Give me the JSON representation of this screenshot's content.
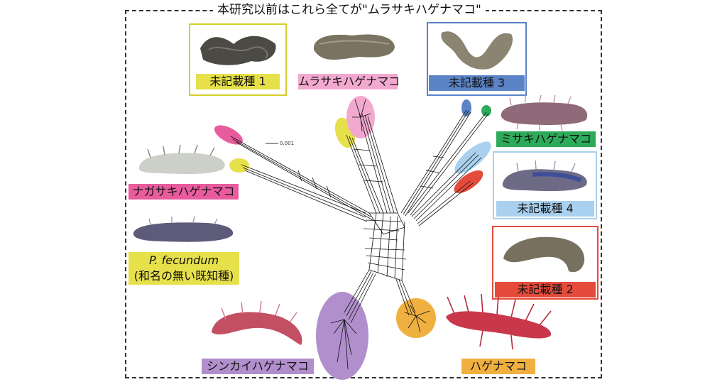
{
  "title": "本研究以前はこれら全てが\"ムラサキハゲナマコ\"",
  "scale_bar": "0.001",
  "colors": {
    "yellow": "#e6e04a",
    "pink": "#f2a9cf",
    "blue": "#5b83c7",
    "green": "#2eaa5b",
    "magenta": "#e85c9e",
    "lightblue": "#a9d0ee",
    "red": "#e54b3b",
    "orange": "#f0b040",
    "purple": "#b08fcc"
  },
  "species": [
    {
      "id": "undescribed-1",
      "label": "未記載種 1"
    },
    {
      "id": "murasaki",
      "label": "ムラサキハゲナマコ"
    },
    {
      "id": "undescribed-3",
      "label": "未記載種 3"
    },
    {
      "id": "misaki",
      "label": "ミサキハゲナマコ"
    },
    {
      "id": "undescribed-4",
      "label": "未記載種 4"
    },
    {
      "id": "undescribed-2",
      "label": "未記載種 2"
    },
    {
      "id": "nagasaki",
      "label": "ナガサキハゲナマコ"
    },
    {
      "id": "fecundum",
      "label": "P. fecundum",
      "sublabel": "(和名の無い既知種)"
    },
    {
      "id": "shinkai",
      "label": "シンカイハゲナマコ"
    },
    {
      "id": "hage",
      "label": "ハゲナマコ"
    }
  ]
}
